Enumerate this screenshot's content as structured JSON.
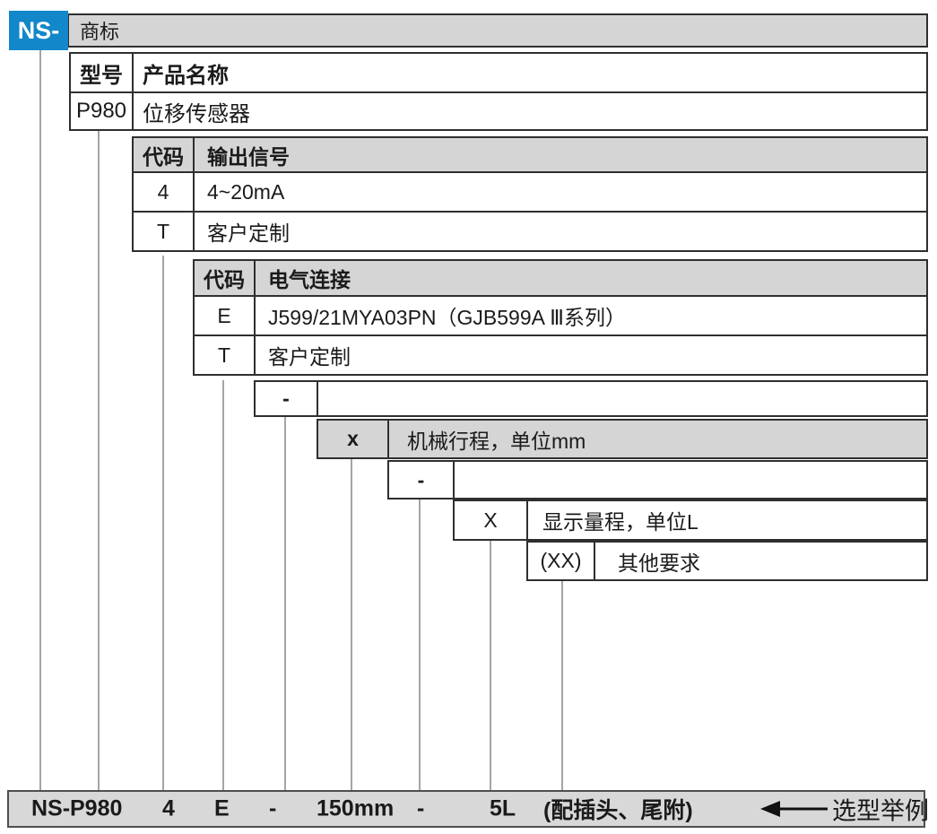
{
  "brand": {
    "prefix": "NS-"
  },
  "trademark": {
    "label": "商标"
  },
  "model_table": {
    "header": {
      "col1": "型号",
      "col2": "产品名称"
    },
    "row": {
      "col1": "P980",
      "col2": "位移传感器"
    }
  },
  "output_signal": {
    "header": {
      "col1": "代码",
      "col2": "输出信号"
    },
    "rows": [
      {
        "code": "4",
        "desc": "4~20mA"
      },
      {
        "code": "T",
        "desc": "客户定制"
      }
    ]
  },
  "electrical": {
    "header": {
      "col1": "代码",
      "col2": "电气连接"
    },
    "rows": [
      {
        "code": "E",
        "desc": "J599/21MYA03PN（GJB599A Ⅲ系列）"
      },
      {
        "code": "T",
        "desc": "客户定制"
      }
    ]
  },
  "separator1": {
    "label": "-"
  },
  "stroke": {
    "code": "x",
    "desc": "机械行程，单位mm"
  },
  "separator2": {
    "label": "-"
  },
  "range": {
    "code": "X",
    "desc": "显示量程，单位L"
  },
  "other": {
    "code": "(XX)",
    "desc": "其他要求"
  },
  "example": {
    "parts": [
      "NS-",
      "P980",
      "4",
      "E",
      "-",
      "150mm",
      "-",
      "5L",
      "(配插头、尾附)"
    ],
    "caption": "选型举例"
  },
  "colors": {
    "brand_blue": "#1287c9",
    "header_gray": "#d5d5d5",
    "example_bar_gray": "#d8d8d8",
    "connector_gray": "#a4a4a8",
    "border_dark": "#2f2f2f"
  }
}
